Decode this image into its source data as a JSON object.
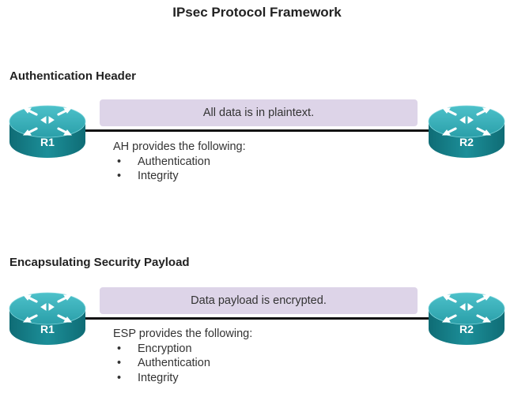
{
  "title": "IPsec Protocol Framework",
  "sections": [
    {
      "heading": "Authentication Header",
      "banner": "All data is in plaintext.",
      "left_router": "R1",
      "right_router": "R2",
      "intro": "AH provides the following:",
      "items": [
        "Authentication",
        "Integrity"
      ]
    },
    {
      "heading": "Encapsulating Security Payload",
      "banner": "Data payload is encrypted.",
      "left_router": "R1",
      "right_router": "R2",
      "intro": "ESP provides the following:",
      "items": [
        "Encryption",
        "Authentication",
        "Integrity"
      ]
    }
  ],
  "bullet_char": "•",
  "colors": {
    "router_body": "#1f8e98",
    "router_top": "#2aa8b2",
    "banner": "#ddd4e8",
    "link": "#111111"
  }
}
